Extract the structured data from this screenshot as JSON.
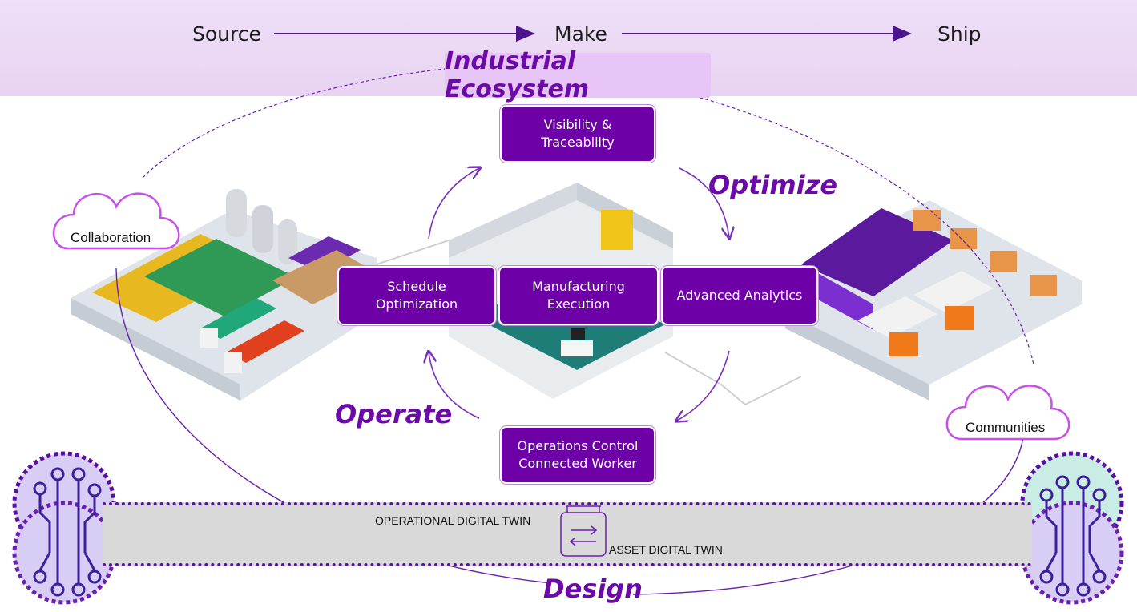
{
  "flow": {
    "source": "Source",
    "make": "Make",
    "ship": "Ship"
  },
  "ecosystem_label": "Industrial Ecosystem",
  "boxes": {
    "visibility": "Visibility &\nTraceability",
    "schedule": "Schedule\nOptimization",
    "manufacturing": "Manufacturing\nExecution",
    "analytics": "Advanced Analytics",
    "operations": "Operations Control\nConnected Worker"
  },
  "phases": {
    "optimize": "Optimize",
    "operate": "Operate",
    "design": "Design"
  },
  "clouds": {
    "collaboration": "Collaboration",
    "communities": "Communities"
  },
  "twins": {
    "operational": "OPERATIONAL DIGITAL TWIN",
    "asset": "ASSET DIGITAL TWIN"
  },
  "colors": {
    "accent_purple": "#6e00a8",
    "banner": "#ecdaf5",
    "ecosystem_box": "#e7c5f6",
    "cloud_outline": "#c84fe8",
    "twin_band": "#d9d9d9"
  },
  "icons": [
    "circuit-icon",
    "cloud-icon",
    "digital-twin-icon"
  ]
}
